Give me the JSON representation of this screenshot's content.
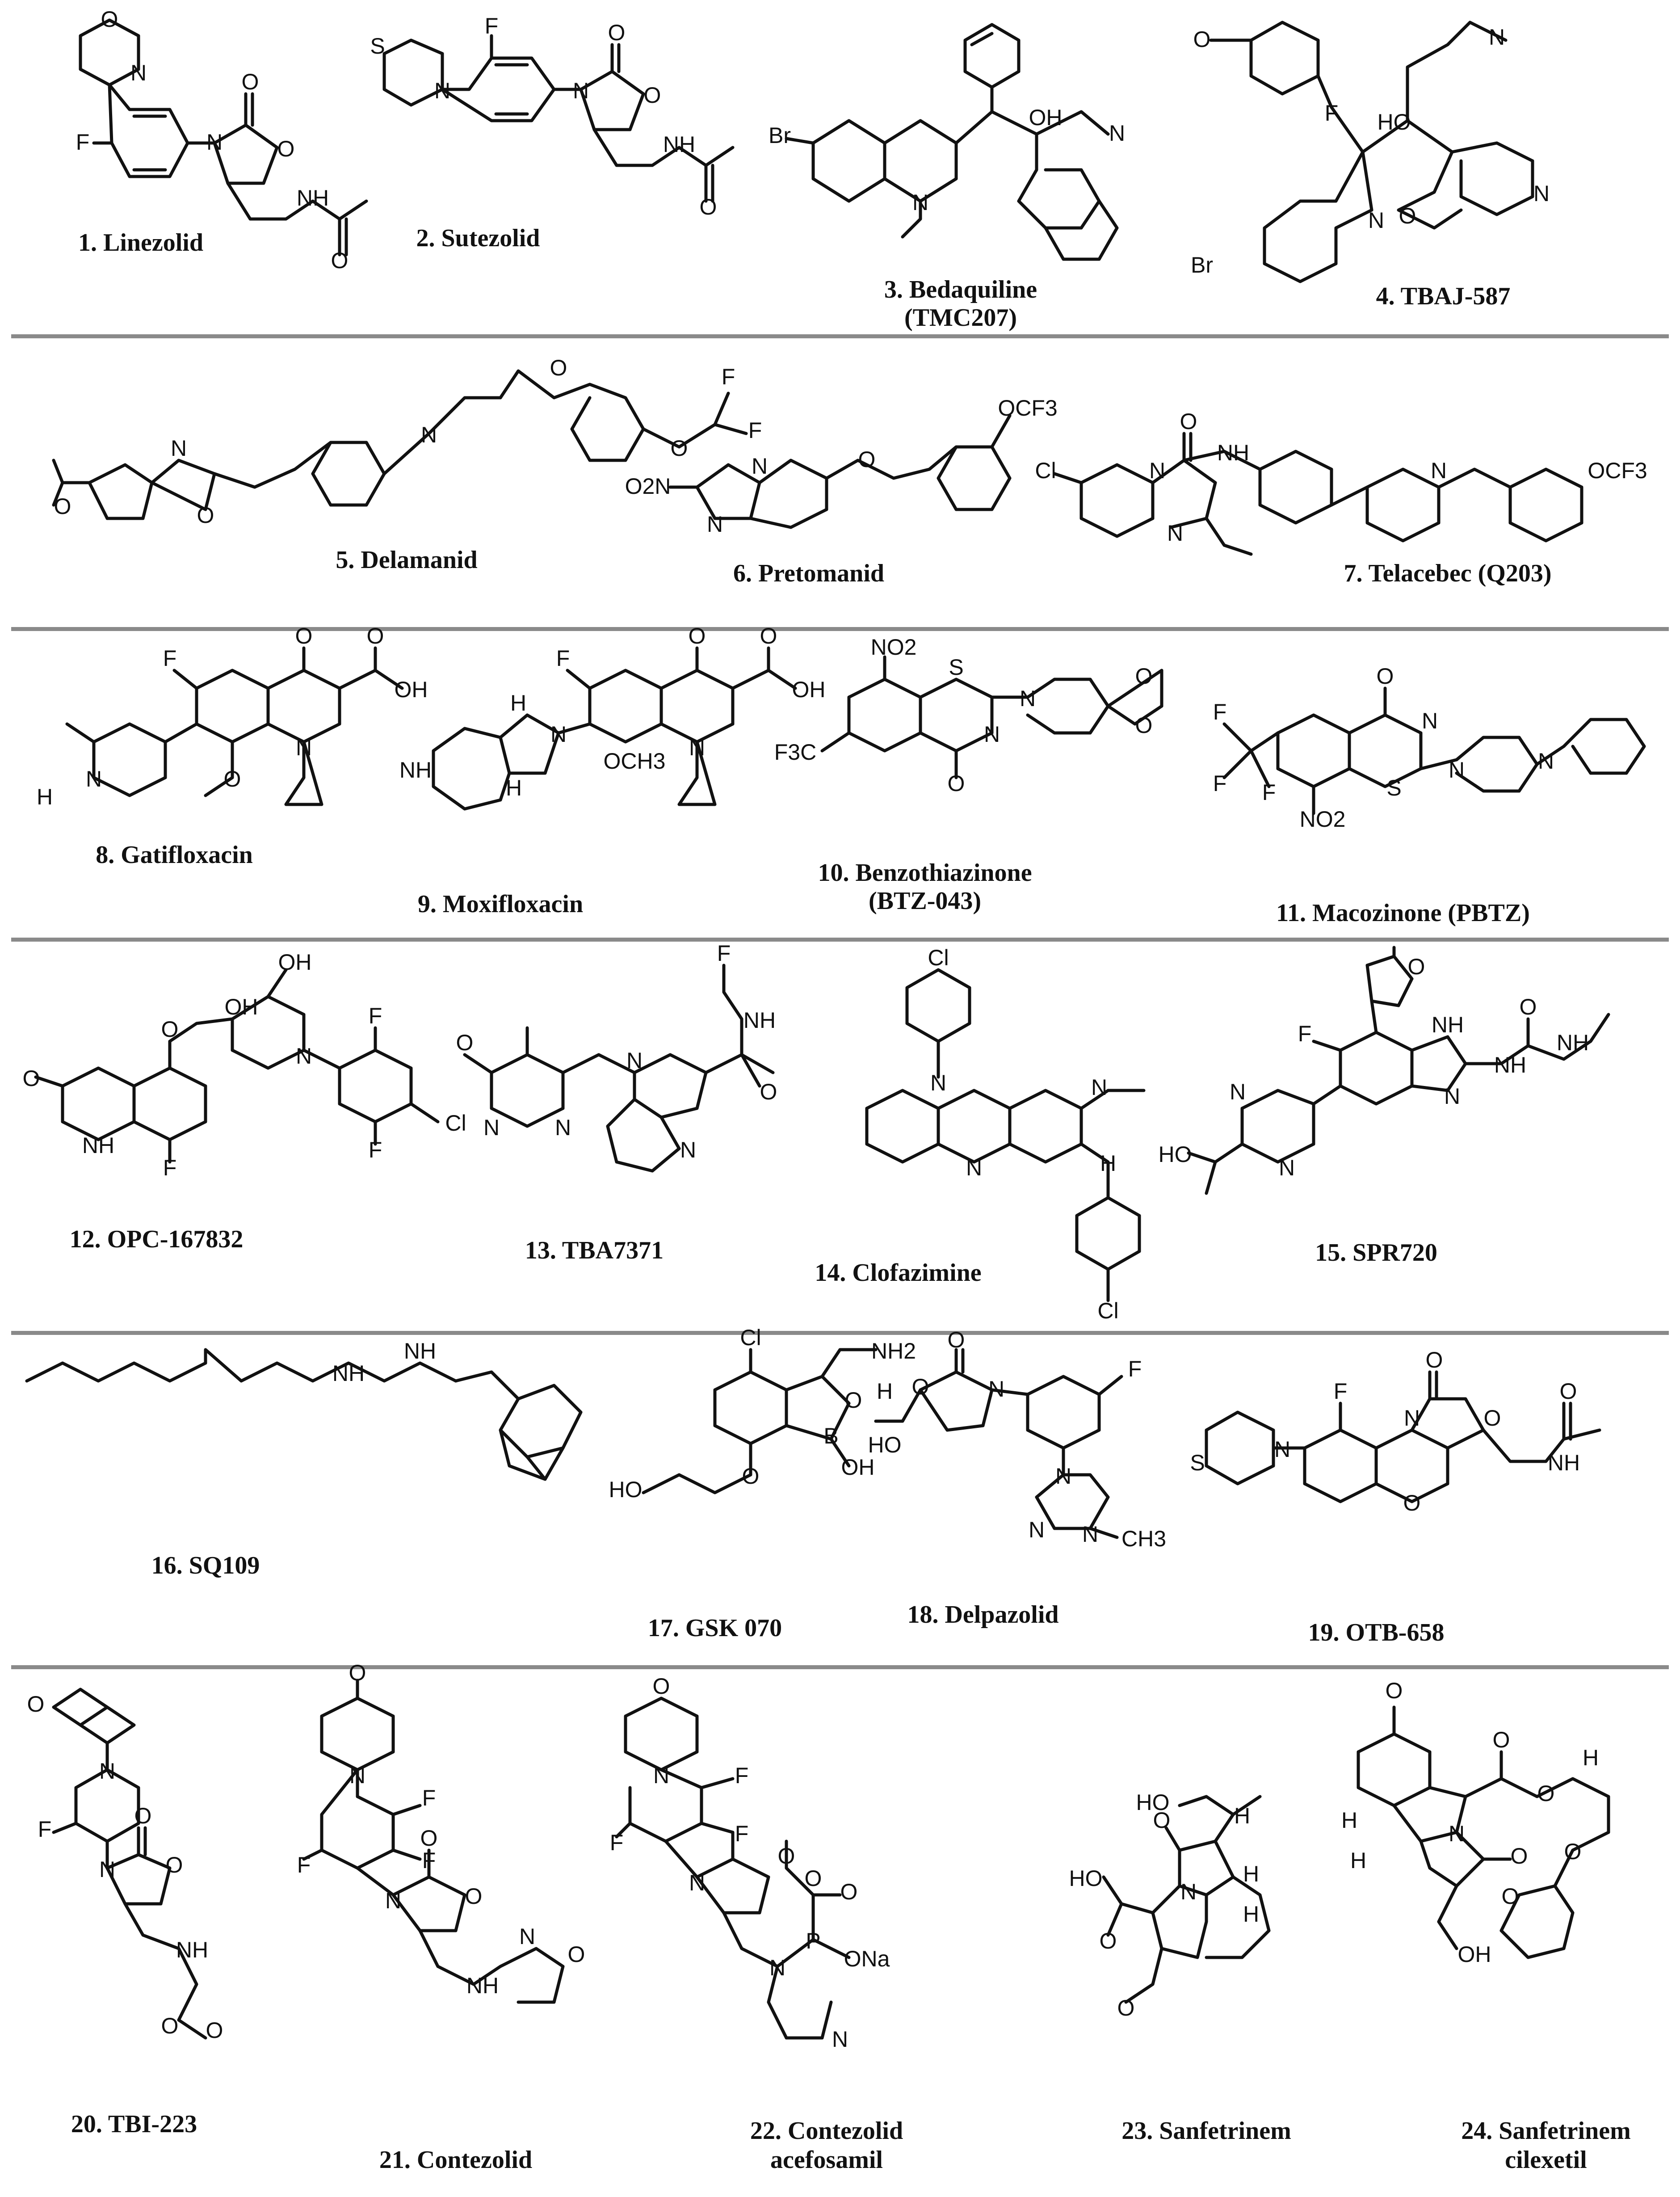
{
  "compounds": [
    {
      "caption": "1. Linezolid"
    },
    {
      "caption": "2. Sutezolid"
    },
    {
      "caption": "3. Bedaquiline",
      "caption2": "(TMC207)"
    },
    {
      "caption": "4. TBAJ-587"
    },
    {
      "caption": "5. Delamanid"
    },
    {
      "caption": "6. Pretomanid"
    },
    {
      "caption": "7. Telacebec (Q203)"
    },
    {
      "caption": "8. Gatifloxacin"
    },
    {
      "caption": "9. Moxifloxacin"
    },
    {
      "caption": "10. Benzothiazinone",
      "caption2": "(BTZ-043)"
    },
    {
      "caption": "11. Macozinone (PBTZ)"
    },
    {
      "caption": "12. OPC-167832"
    },
    {
      "caption": "13. TBA7371"
    },
    {
      "caption": "14. Clofazimine"
    },
    {
      "caption": "15. SPR720"
    },
    {
      "caption": "16. SQ109"
    },
    {
      "caption": "17. GSK 070"
    },
    {
      "caption": "18. Delpazolid"
    },
    {
      "caption": "19. OTB-658"
    },
    {
      "caption": "20. TBI-223"
    },
    {
      "caption": "21. Contezolid"
    },
    {
      "caption": "22. Contezolid",
      "caption2": "acefosamil"
    },
    {
      "caption": "23. Sanfetrinem"
    },
    {
      "caption": "24. Sanfetrinem",
      "caption2": "cilexetil"
    }
  ],
  "atoms": {
    "O": "O",
    "N": "N",
    "F": "F",
    "S": "S",
    "Br": "Br",
    "Cl": "Cl",
    "B": "B",
    "H": "H",
    "NH": "NH",
    "OH": "OH",
    "HO": "HO",
    "NH2": "NH2",
    "O2N": "O2N",
    "NO2": "NO2",
    "F3C": "F3C",
    "OCF3": "OCF3",
    "OCH3": "OCH3",
    "CH3": "CH3",
    "ONa": "ONa",
    "P": "P"
  }
}
